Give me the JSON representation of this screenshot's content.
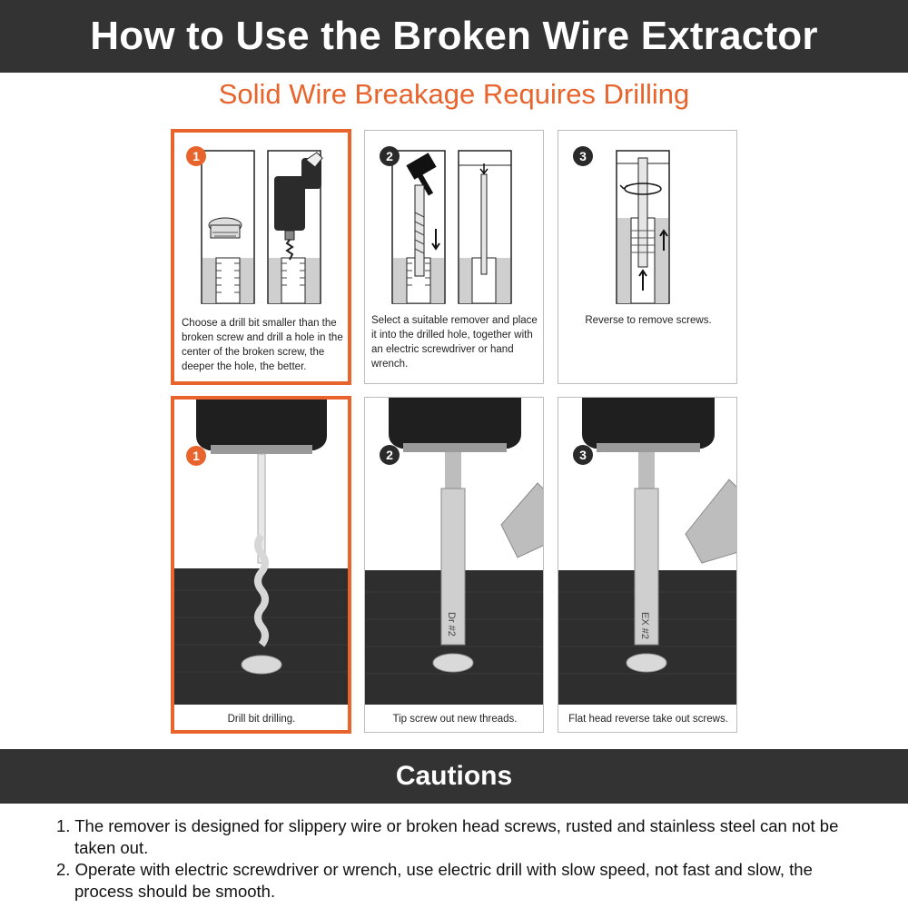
{
  "header": {
    "title": "How to Use the Broken Wire Extractor"
  },
  "subtitle": "Solid Wire Breakage Requires Drilling",
  "colors": {
    "accent": "#e8642c",
    "bar": "#333333"
  },
  "diagram_steps": [
    {
      "number": "1",
      "caption": "Choose a drill bit smaller than the broken screw and drill a hole in the center of the broken screw, the deeper the hole, the better."
    },
    {
      "number": "2",
      "caption": "Select a suitable remover and place it into the drilled hole, together with an electric screwdriver or hand wrench."
    },
    {
      "number": "3",
      "caption": "Reverse to remove screws."
    }
  ],
  "photo_steps": [
    {
      "number": "1",
      "caption": "Drill bit drilling."
    },
    {
      "number": "2",
      "caption": "Tip screw out new threads.",
      "bit_label": "Dr #2"
    },
    {
      "number": "3",
      "caption": "Flat head reverse take out screws.",
      "bit_label": "EX #2"
    }
  ],
  "cautions": {
    "title": "Cautions",
    "items": [
      "1. The remover is designed for slippery wire or broken head screws, rusted and stainless steel can not be taken out.",
      "2. Operate with electric screwdriver or wrench, use electric drill with slow speed, not fast and slow, the process should be smooth."
    ]
  }
}
